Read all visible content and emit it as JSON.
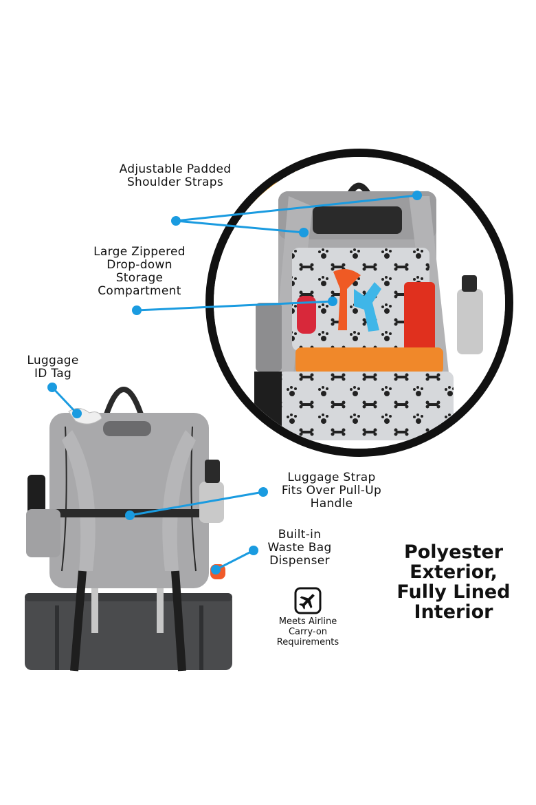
{
  "labels": {
    "shoulder_straps": [
      "Adjustable Padded",
      "Shoulder Straps"
    ],
    "compartment": [
      "Large Zippered",
      "Drop-down",
      "Storage",
      "Compartment"
    ],
    "id_tag": [
      "Luggage",
      "ID Tag"
    ],
    "luggage_strap": [
      "Luggage Strap",
      "Fits Over Pull-Up",
      "Handle"
    ],
    "waste_bag": [
      "Built-in",
      "Waste Bag",
      "Dispenser"
    ],
    "airline": [
      "Meets Airline",
      "Carry-on",
      "Requirements"
    ],
    "material": [
      "Polyester",
      "Exterior,",
      "Fully Lined",
      "Interior"
    ]
  },
  "icons": {
    "airline": "airplane-icon"
  },
  "colors": {
    "callout_blue": "#1a9be0",
    "ring_black": "#111111",
    "hazard_orange": "#f5a623",
    "bag_grey": "#a9a9ab"
  }
}
